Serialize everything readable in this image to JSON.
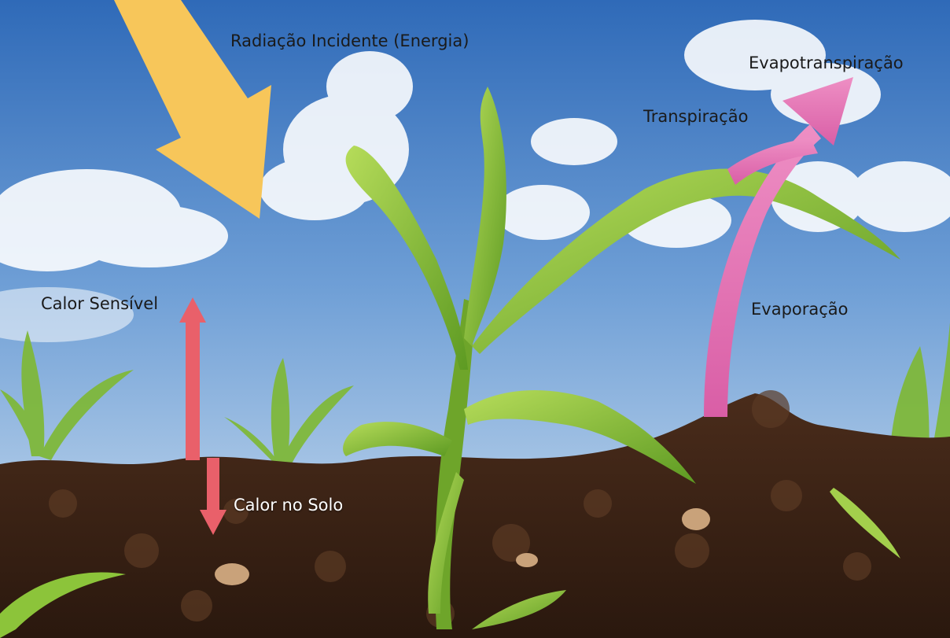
{
  "labels": {
    "incident_radiation": "Radiação Incidente (Energia)",
    "evapotranspiration": "Evapotranspiração",
    "transpiration": "Transpiração",
    "sensible_heat": "Calor Sensível",
    "evaporation": "Evaporação",
    "soil_heat": "Calor no Solo"
  },
  "colors": {
    "sky_top": "#3f79c6",
    "sky_bottom": "#c9ddf0",
    "soil": "#3d2416",
    "radiation_arrow": "#f7c65a",
    "heat_arrow": "#e9606a",
    "evapotranspiration_arrow": "#e07cb5",
    "leaf": "#8cc43a"
  }
}
